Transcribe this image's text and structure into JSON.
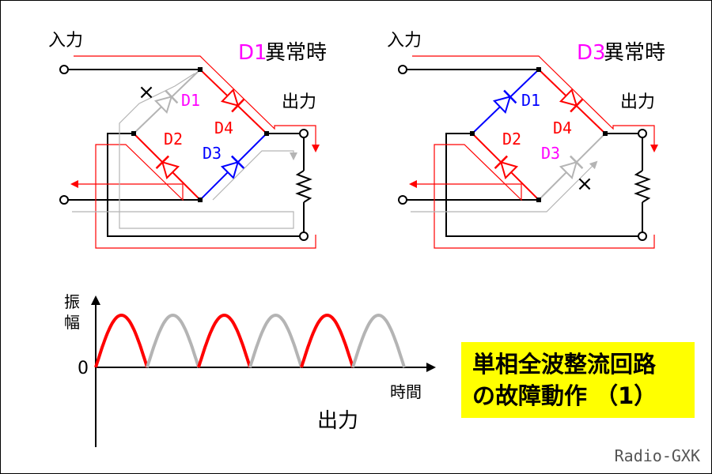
{
  "left_circuit": {
    "title_part1": "D1",
    "title_part2": "異常時",
    "input_label": "入力",
    "output_label": "出力",
    "fault_mark": "×",
    "diodes": {
      "d1": "D1",
      "d2": "D2",
      "d3": "D3",
      "d4": "D4"
    }
  },
  "right_circuit": {
    "title_part1": "D3",
    "title_part2": "異常時",
    "input_label": "入力",
    "output_label": "出力",
    "fault_mark": "×",
    "diodes": {
      "d1": "D1",
      "d2": "D2",
      "d3": "D3",
      "d4": "D4"
    }
  },
  "waveform": {
    "y_axis_label_1": "振",
    "y_axis_label_2": "幅",
    "zero_label": "0",
    "x_axis_label": "時間",
    "caption": "出力",
    "pulses": [
      {
        "state": "output"
      },
      {
        "state": "missing"
      },
      {
        "state": "output"
      },
      {
        "state": "missing"
      },
      {
        "state": "output"
      },
      {
        "state": "missing"
      }
    ]
  },
  "title_box": {
    "line1": "単相全波整流回路",
    "line2": "の故障動作 （1）"
  },
  "credit": "Radio-GXK",
  "colors": {
    "active_path": "#ff0000",
    "inactive_path": "#b4b4b4",
    "reverse_diode": "#0000ff",
    "magenta_label": "#ff00ff",
    "wire": "#000000",
    "highlight_box": "#ffff00"
  }
}
